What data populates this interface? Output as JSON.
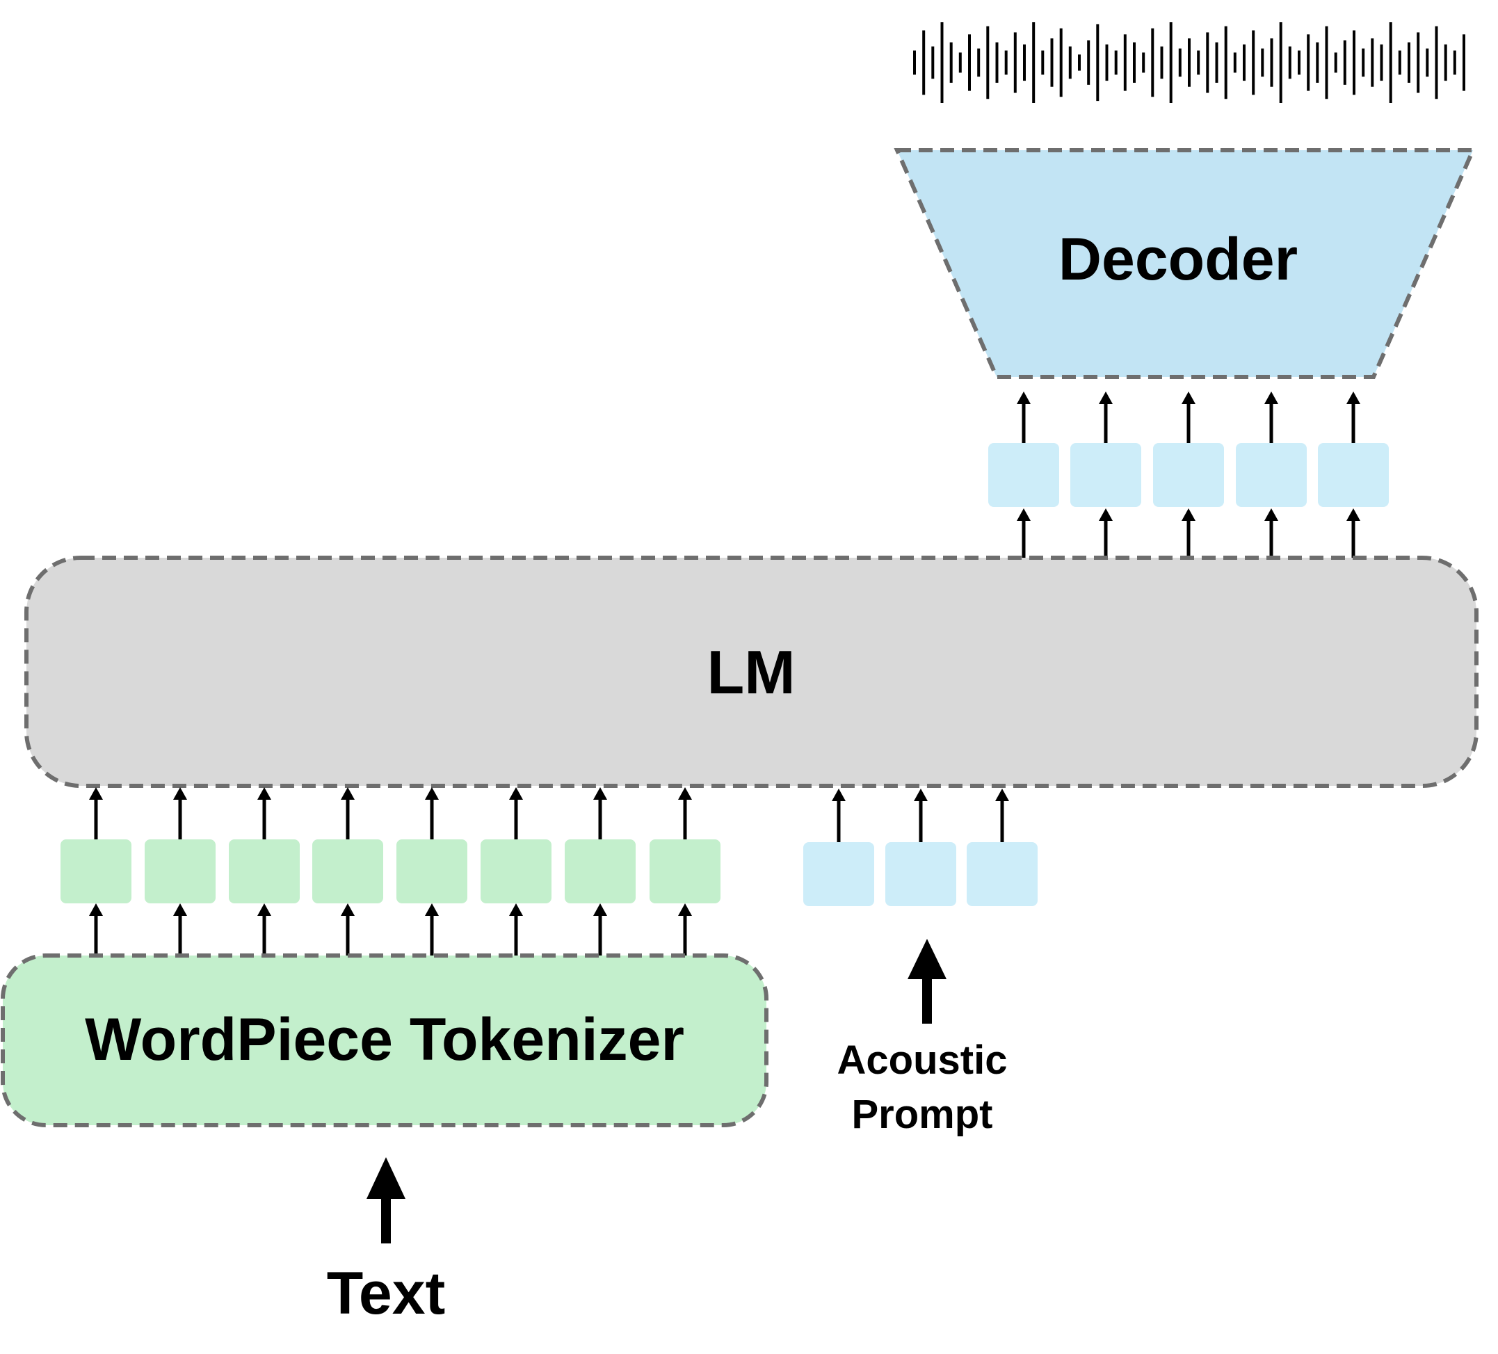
{
  "labels": {
    "decoder": "Decoder",
    "lm": "LM",
    "tokenizer": "WordPiece Tokenizer",
    "text_input": "Text",
    "acoustic_prompt_line1": "Acoustic",
    "acoustic_prompt_line2": "Prompt"
  },
  "colors": {
    "decoder_fill": "#c2e4f4",
    "lm_fill": "#d9d9d9",
    "tokenizer_fill": "#c3efcc",
    "text_token_fill": "#c3efcc",
    "acoustic_token_fill": "#cdedf9",
    "border_dash": "#6e6e6e",
    "arrow": "#000000"
  },
  "tokens": {
    "text_token_count": 8,
    "acoustic_prompt_token_count": 3,
    "output_acoustic_token_count": 5
  },
  "icons": {
    "waveform": "audio-waveform-icon"
  }
}
